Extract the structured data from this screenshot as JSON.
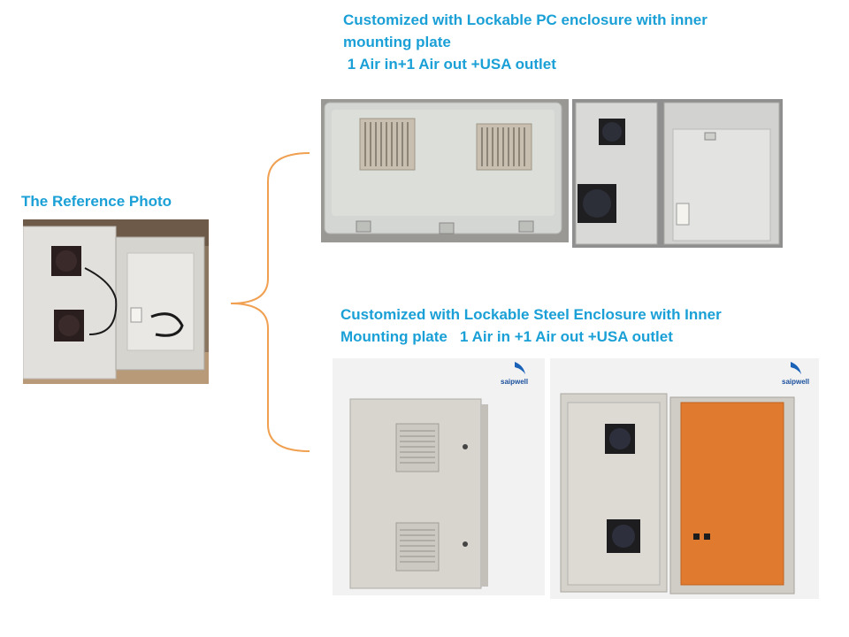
{
  "reference": {
    "title": "The Reference Photo"
  },
  "pc_option": {
    "caption_line1": "Customized with Lockable PC enclosure with inner",
    "caption_line2": "mounting plate",
    "caption_line3": " 1 Air in+1 Air out +USA outlet"
  },
  "steel_option": {
    "caption_line1": "Customized with Lockable Steel Enclosure with Inner",
    "caption_line2": "Mounting plate   1 Air in +1 Air out +USA outlet",
    "brand_left": "saipwell",
    "brand_right": "saipwell"
  },
  "colors": {
    "caption": "#1aa0d6",
    "bracket": "#f0a050",
    "inner_plate": "#e07a2e"
  }
}
